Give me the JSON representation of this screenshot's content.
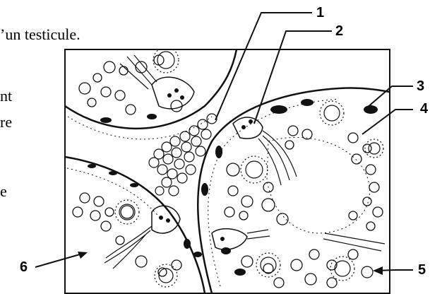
{
  "text": {
    "line1": "’un testicule.",
    "line2": "nt",
    "line3": "re",
    "line4": "e"
  },
  "labels": [
    "1",
    "2",
    "3",
    "4",
    "5",
    "6"
  ],
  "colors": {
    "ink": "#000000",
    "paper": "#ffffff"
  },
  "icons": {
    "section": "seminiferous-tubule-section-drawing"
  }
}
